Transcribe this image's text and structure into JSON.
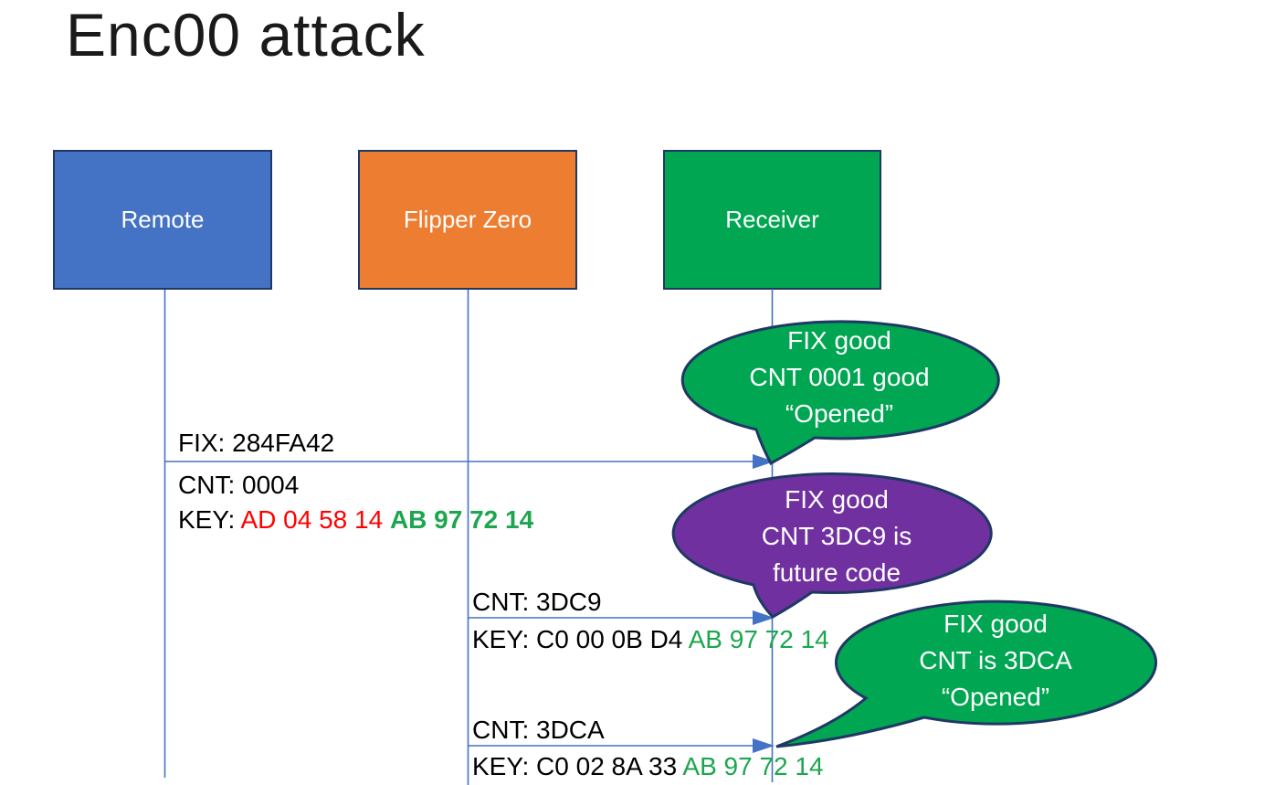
{
  "title": "Enc00 attack",
  "colors": {
    "title": "#1A1A1A",
    "actor_blue": "#4472C4",
    "actor_orange": "#ED7D31",
    "actor_green": "#00A651",
    "box_border": "#1F3864",
    "connector_blue": "#4472C4",
    "callout_green": "#00A651",
    "callout_purple": "#7030A0",
    "callout_border": "#1F3864",
    "callout_text": "#FFFFFF",
    "text_black": "#000000",
    "key_red": "#FF0000",
    "key_green": "#1CA64E"
  },
  "actors": [
    {
      "id": "remote",
      "label": "Remote"
    },
    {
      "id": "flipper-zero",
      "label": "Flipper Zero"
    },
    {
      "id": "receiver",
      "label": "Receiver"
    }
  ],
  "messages": [
    {
      "from": "Remote",
      "to": "Receiver",
      "above": "FIX: 284FA42",
      "cnt": "CNT: 0004",
      "key_prefix": "KEY: ",
      "key_red": "AD 04 58 14 ",
      "key_green": "AB 97 72 14"
    },
    {
      "from": "Flipper Zero",
      "to": "Receiver",
      "above": "CNT: 3DC9",
      "key_prefix": "KEY: ",
      "key_black": "C0 00 0B D4 ",
      "key_green": "AB 97 72 14"
    },
    {
      "from": "Flipper Zero",
      "to": "Receiver",
      "above": "CNT: 3DCA",
      "key_prefix": "KEY: ",
      "key_black": "C0 02 8A 33 ",
      "key_green": "AB 97 72 14"
    }
  ],
  "callouts": [
    {
      "color": "green",
      "lines": [
        "FIX good",
        "CNT 0001 good",
        "“Opened”"
      ]
    },
    {
      "color": "purple",
      "lines": [
        "FIX good",
        "CNT 3DC9 is",
        "future code"
      ]
    },
    {
      "color": "green",
      "lines": [
        "FIX good",
        "CNT is 3DCA",
        "“Opened”"
      ]
    }
  ]
}
